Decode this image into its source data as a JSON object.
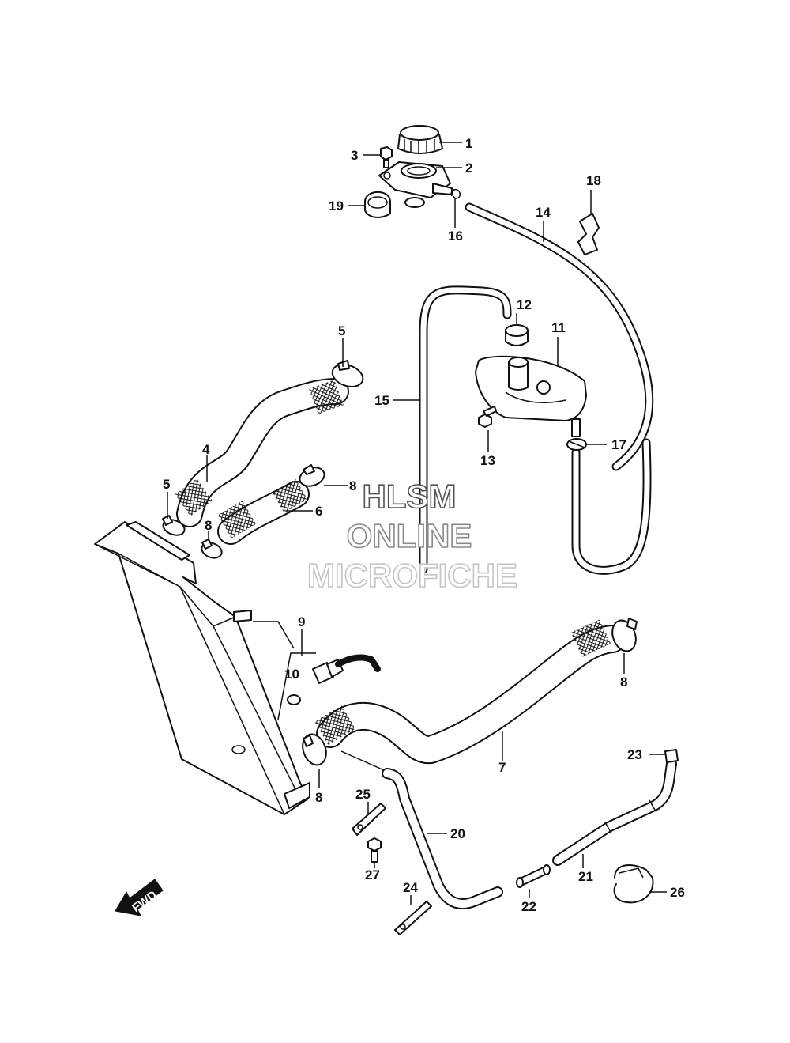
{
  "watermark": {
    "line1": "HLSM",
    "line2": "ONLINE",
    "line3": "MICROFICHE",
    "color_line1": "#555555",
    "color_line2": "#8a8a8a",
    "color_line3": "#c4c4c4"
  },
  "direction_marker": {
    "label": "FWD"
  },
  "callouts": {
    "c1": "1",
    "c2": "2",
    "c3": "3",
    "c4": "4",
    "c5a": "5",
    "c5b": "5",
    "c6": "6",
    "c7": "7",
    "c8a": "8",
    "c8b": "8",
    "c8c": "8",
    "c8d": "8",
    "c9": "9",
    "c10": "10",
    "c11": "11",
    "c12": "12",
    "c13": "13",
    "c14": "14",
    "c15": "15",
    "c16": "16",
    "c17": "17",
    "c18": "18",
    "c19": "19",
    "c20": "20",
    "c21": "21",
    "c22": "22",
    "c23": "23",
    "c24": "24",
    "c25": "25",
    "c26": "26",
    "c27": "27"
  },
  "colors": {
    "line": "#111111",
    "background": "#ffffff"
  }
}
